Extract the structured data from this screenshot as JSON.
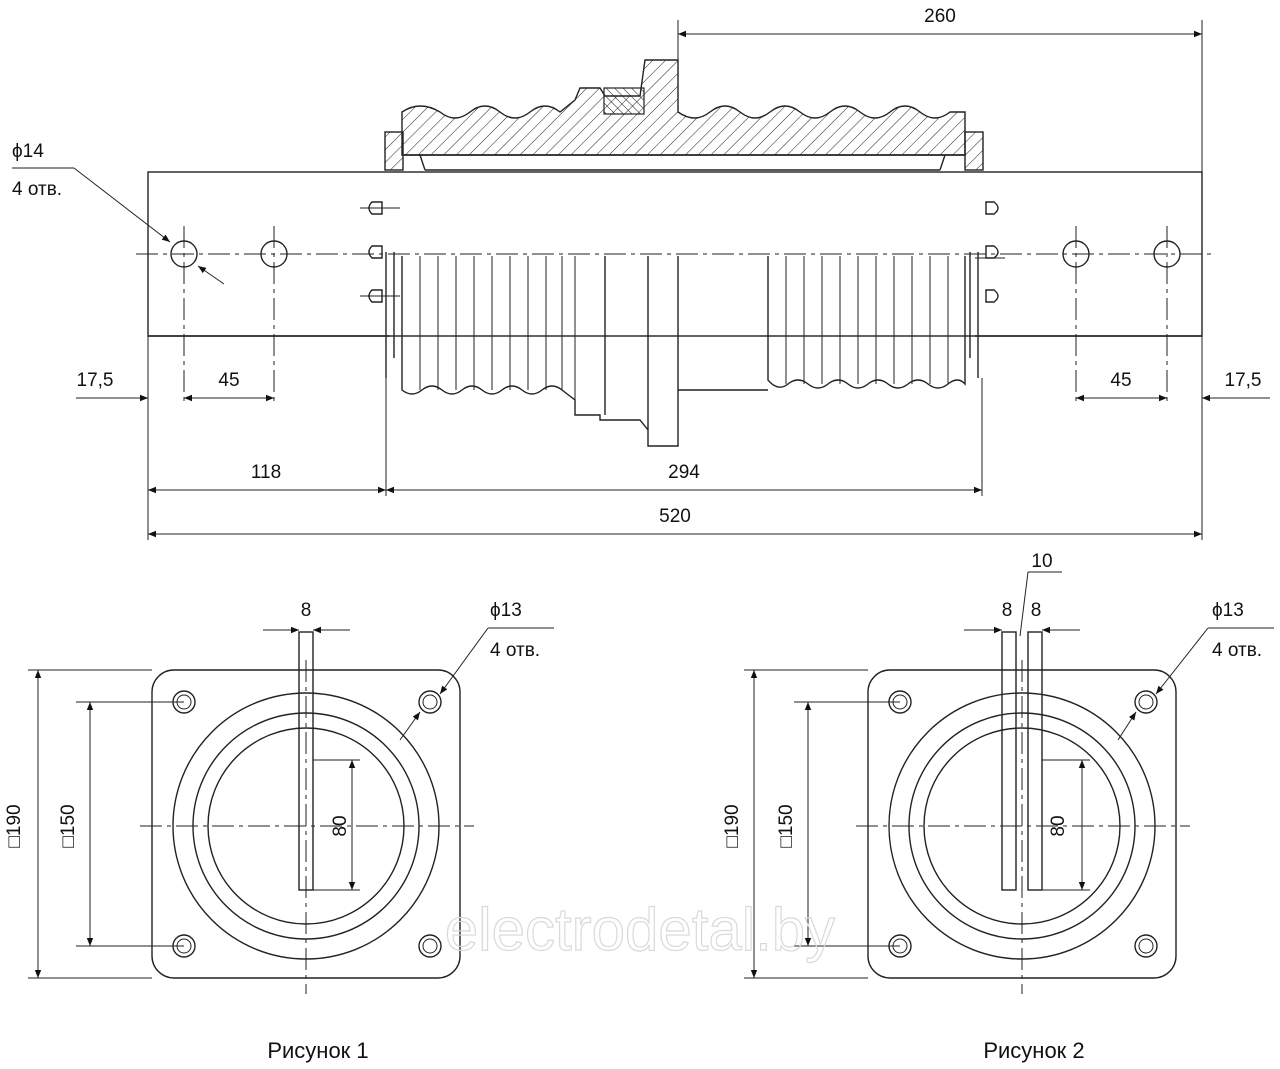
{
  "dims_top": {
    "d260": "260",
    "hole_dia": "ϕ14",
    "hole_count": "4 отв.",
    "d17_5_left": "17,5",
    "d45_left": "45",
    "d45_right": "45",
    "d17_5_right": "17,5",
    "d118": "118",
    "d294": "294",
    "d520": "520"
  },
  "figure1": {
    "d8": "8",
    "hole_dia": "ϕ13",
    "hole_count": "4 отв.",
    "sq190": "□190",
    "sq150": "□150",
    "d80": "80",
    "caption": "Рисунок 1"
  },
  "figure2": {
    "d10": "10",
    "d8a": "8",
    "d8b": "8",
    "hole_dia": "ϕ13",
    "hole_count": "4 отв.",
    "sq190": "□190",
    "sq150": "□150",
    "d80": "80",
    "caption": "Рисунок 2"
  },
  "watermark": "electrodetal.by"
}
